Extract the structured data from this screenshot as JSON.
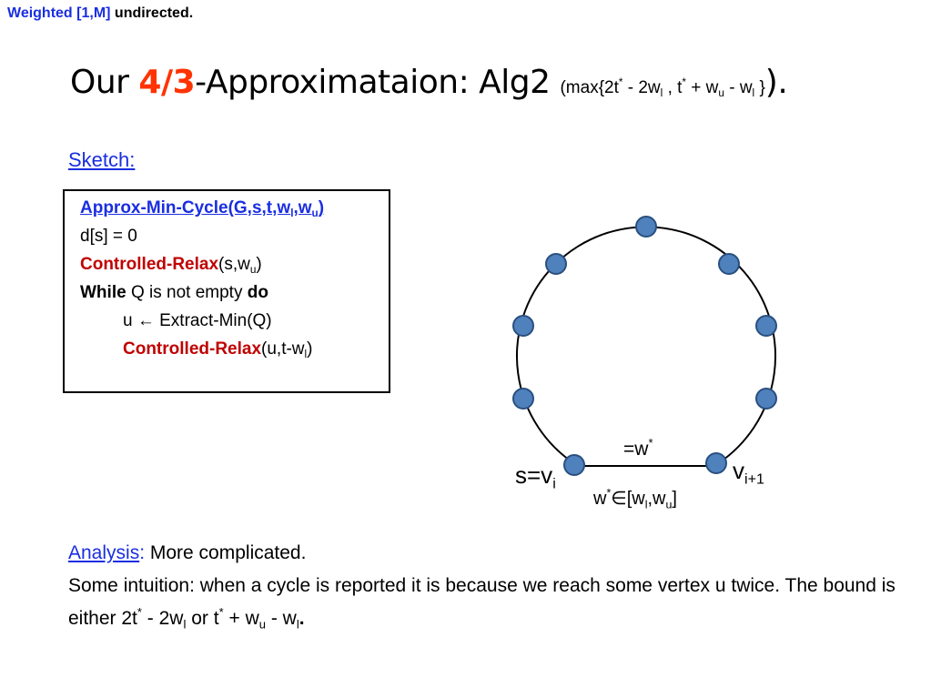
{
  "corner": {
    "part1": "Weighted [1,M]",
    "part2": " undirected."
  },
  "title": {
    "pre": "Our ",
    "highlight": "4/3",
    "post": "-Approximataion: Alg2 ",
    "paren_open": "(",
    "f1": "max{2t",
    "f2": " - 2w",
    "f3": " , t",
    "f4": " + w",
    "f5": " - w",
    "f6": " }",
    "paren_close": ").",
    "sup_star": "*",
    "sub_l": "l",
    "sub_u": "u"
  },
  "sketch": "Sketch:",
  "algorithm": {
    "header_fn": "Approx-Min-Cycle(G,s,t,w",
    "header_sep": ",w",
    "header_close": ")",
    "line2": "d[s] = 0",
    "line3_fn": "Controlled-Relax",
    "line3_args": "(s,w",
    "line3_close": ")",
    "line4_kw1": "While",
    "line4_mid": " Q  is not empty ",
    "line4_kw2": "do",
    "line5": "u ← Extract-Min(Q)",
    "line6_fn": "Controlled-Relax",
    "line6_args": "(u,t-w",
    "line6_close": ")",
    "sub_l": "l",
    "sub_u": "u"
  },
  "diagram": {
    "edge_eq": "=w",
    "sup_star": "*",
    "s_label": "s=v",
    "s_sub": "i",
    "v_label": "v",
    "v_sub": "i+1",
    "range_w": "w",
    "range_in": "∈[w",
    "range_comma": ",w",
    "range_close": "]",
    "sub_l": "l",
    "sub_u": "u",
    "node_color": "#4f81bd"
  },
  "analysis": {
    "head": "Analysis",
    "colon": ":",
    "text1": " More complicated.",
    "text2": "Some intuition:  when a cycle is reported it is because we reach some vertex u twice. The bound is either 2t",
    "text3": " - 2w",
    "text4": "  or t",
    "text5": " + w",
    "text6": " - w",
    "text7": ".",
    "sup_star": "*",
    "sub_l": "l",
    "sub_u": "u"
  },
  "colors": {
    "blue": "#1a2ee0",
    "red": "#ff3300",
    "dark_red": "#c00000"
  }
}
